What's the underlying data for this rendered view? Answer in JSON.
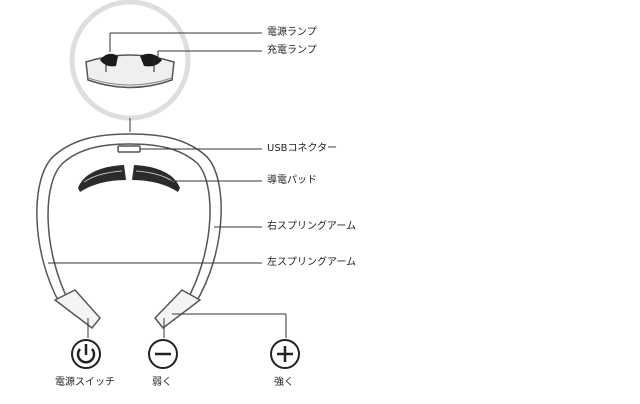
{
  "labels": {
    "power_lamp": "電源ランプ",
    "charge_lamp": "充電ランプ",
    "usb_connector": "USBコネクター",
    "conductive_pad": "導電パッド",
    "right_spring_arm": "右スプリングアーム",
    "left_spring_arm": "左スプリングアーム"
  },
  "buttons": {
    "power": "電源スイッチ",
    "weak": "弱く",
    "strong": "強く"
  }
}
